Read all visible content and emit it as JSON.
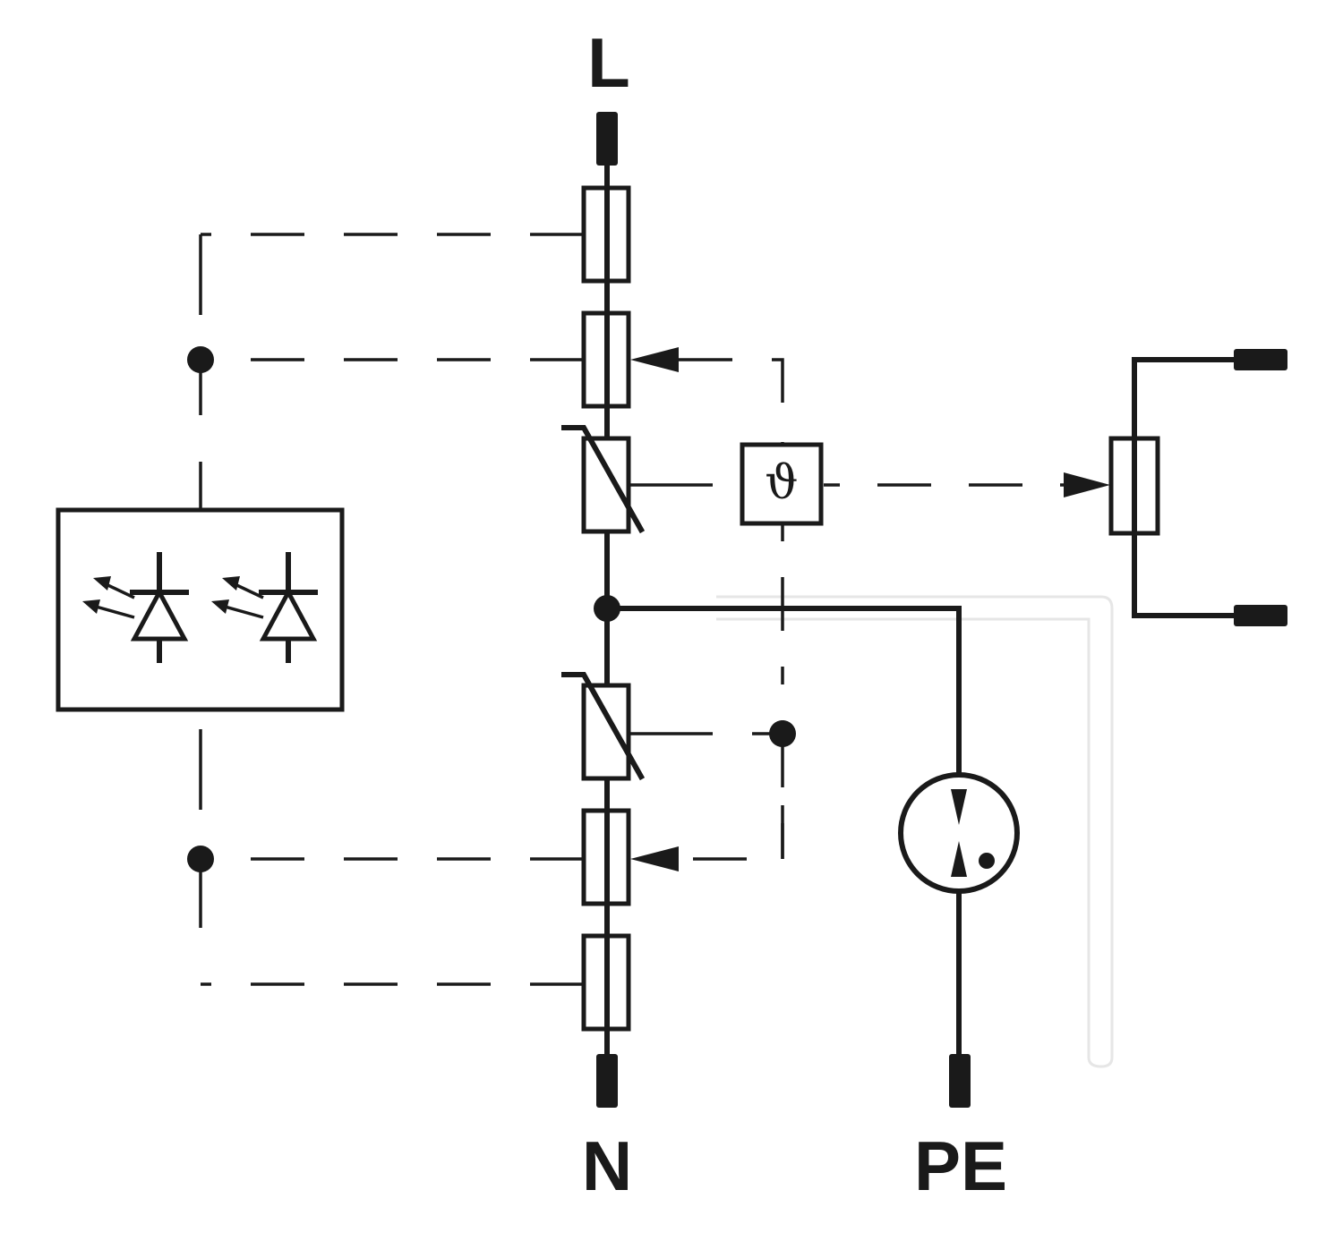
{
  "terminals": {
    "line": "L",
    "neutral": "N",
    "protective_earth": "PE"
  },
  "thermal_symbol": "ϑ",
  "colors": {
    "ink": "#1a1a1a",
    "background": "#ffffff"
  },
  "components": [
    "fuse-top",
    "thermal-disconnector-top",
    "varistor-top",
    "thermal-sensor",
    "varistor-bottom",
    "thermal-disconnector-bottom",
    "fuse-bottom",
    "gas-discharge-tube",
    "status-indicator-leds",
    "remote-signalling-contact"
  ]
}
